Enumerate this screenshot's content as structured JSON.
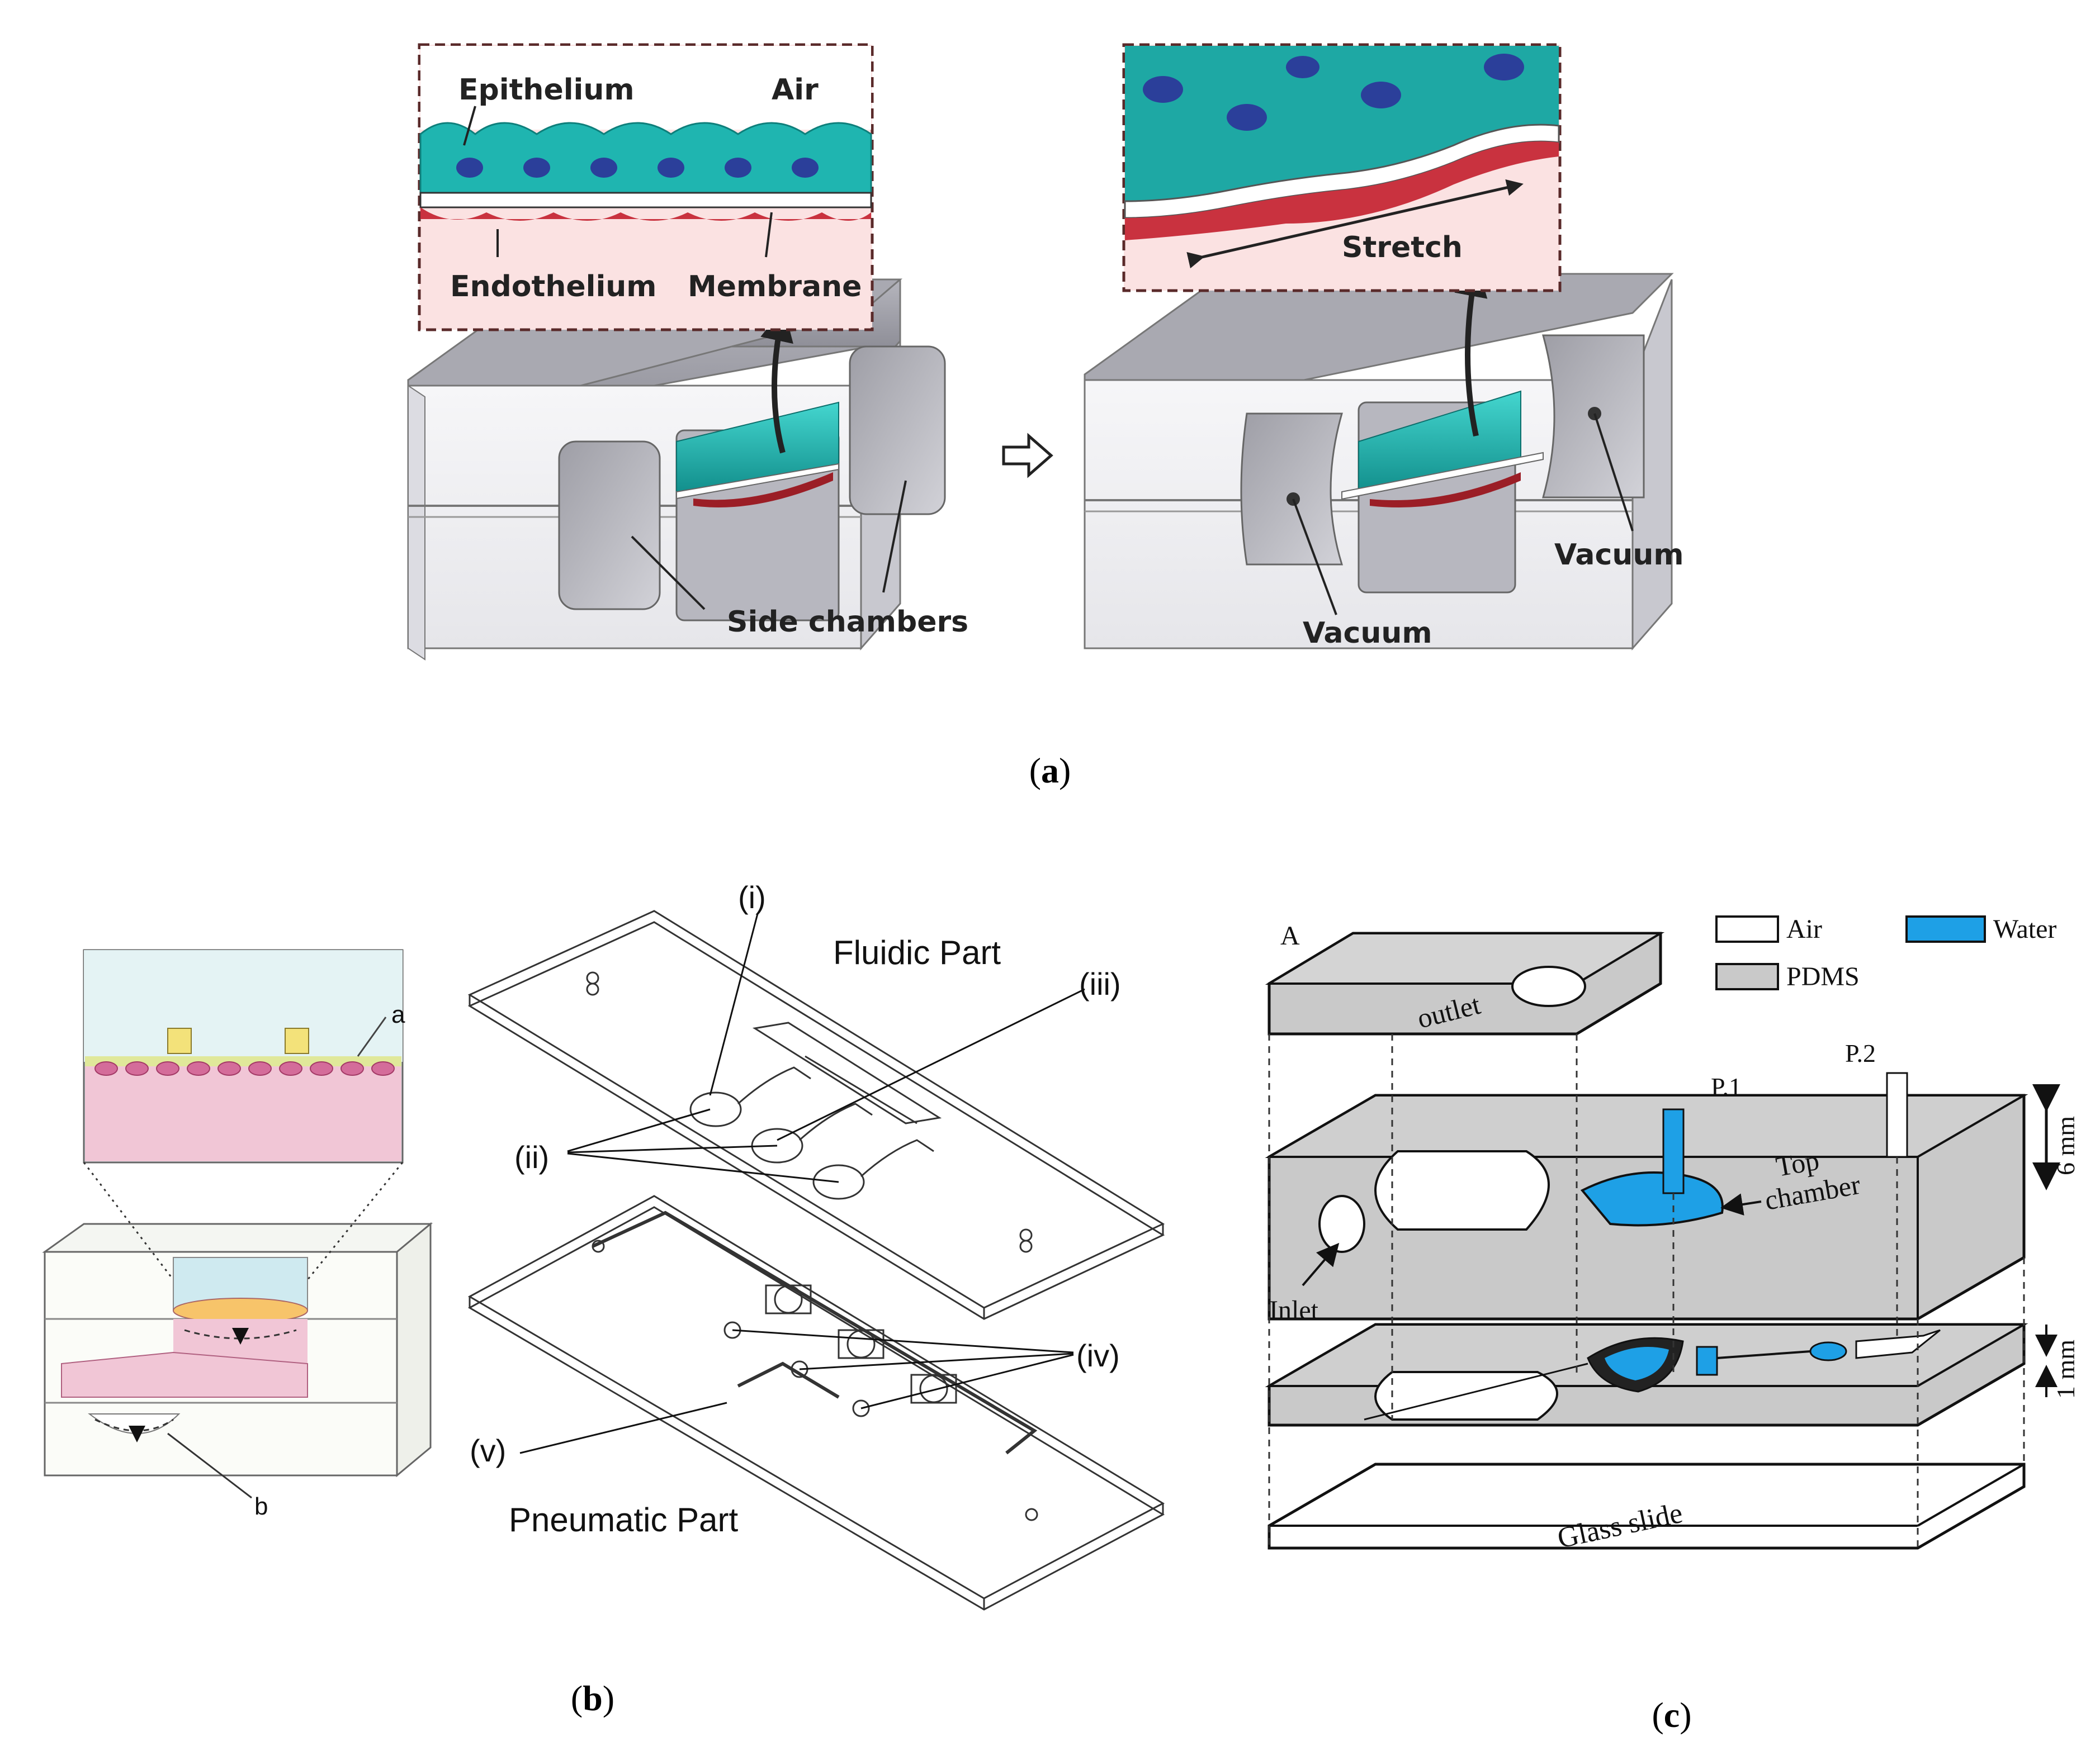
{
  "panel_a": {
    "caption_open": "(",
    "caption_letter": "a",
    "caption_close": ")",
    "inset_left": {
      "epithelium": "Epithelium",
      "air": "Air",
      "endothelium": "Endothelium",
      "membrane": "Membrane"
    },
    "inset_right": {
      "stretch": "Stretch"
    },
    "side_chambers": "Side chambers",
    "vacuum_left": "Vacuum",
    "vacuum_right": "Vacuum",
    "colors": {
      "epithelium": "#1fb5b0",
      "nucleus": "#2b3f9a",
      "endothelium": "#c9323f",
      "tissue_bg": "#fbe2e2",
      "device": "#d9d9df"
    }
  },
  "panel_b": {
    "caption_open": "(",
    "caption_letter": "b",
    "caption_close": ")",
    "label_a": "a",
    "label_b": "b",
    "fluidic_part": "Fluidic Part",
    "pneumatic_part": "Pneumatic Part",
    "i": "(i)",
    "ii": "(ii)",
    "iii": "(iii)",
    "iv": "(iv)",
    "v": "(v)"
  },
  "panel_c": {
    "caption_open": "(",
    "caption_letter": "c",
    "caption_close": ")",
    "letter_A": "A",
    "legend": {
      "air": "Air",
      "water": "Water",
      "pdms": "PDMS"
    },
    "outlet": "outlet",
    "p1": "P.1",
    "p2": "P.2",
    "top": "Top",
    "chamber": "chamber",
    "inlet": "Inlet",
    "dim_6mm": "6 mm",
    "dim_1mm": "1 mm",
    "glass_slide": "Glass slide",
    "colors": {
      "water": "#1ea0e6",
      "pdms": "#c9c9c9"
    }
  }
}
